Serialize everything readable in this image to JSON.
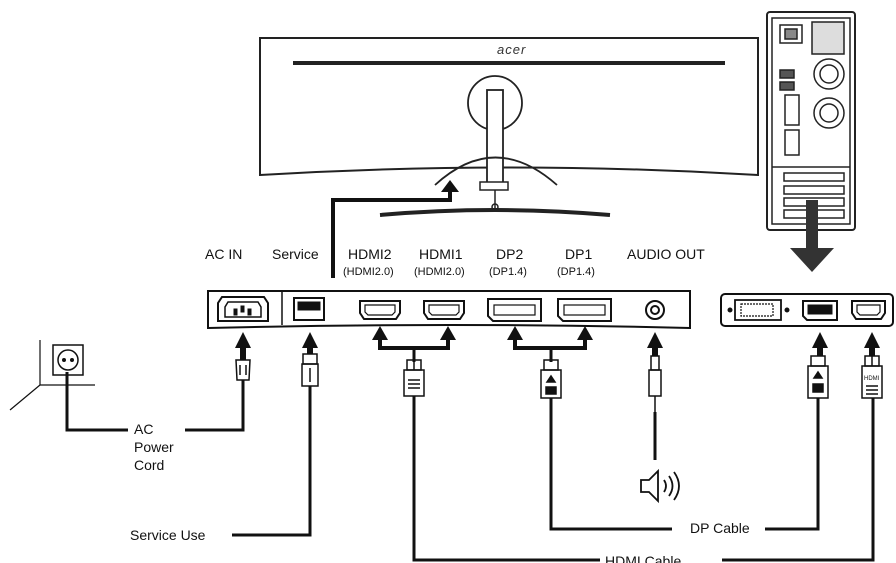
{
  "brand": "acer",
  "ports": {
    "ac_in": "AC IN",
    "service": "Service",
    "hdmi2": {
      "label": "HDMI2",
      "sub": "(HDMI2.0)"
    },
    "hdmi1": {
      "label": "HDMI1",
      "sub": "(HDMI2.0)"
    },
    "dp2": {
      "label": "DP2",
      "sub": "(DP1.4)"
    },
    "dp1": {
      "label": "DP1",
      "sub": "(DP1.4)"
    },
    "audio_out": "AUDIO OUT"
  },
  "cables": {
    "ac_power_cord": [
      "AC",
      "Power",
      "Cord"
    ],
    "service_use": "Service Use",
    "dp_cable": "DP Cable",
    "hdmi_cable": "HDMI Cable"
  },
  "cable_plugs": {
    "hdmi": "HDMI"
  },
  "icons": [
    "monitor-front-icon",
    "pc-tower-icon",
    "wall-outlet-icon",
    "power-plug-icon",
    "usb-plug-icon",
    "hdmi-plug-icon",
    "dp-plug-icon",
    "audio-jack-icon",
    "speaker-icon"
  ]
}
